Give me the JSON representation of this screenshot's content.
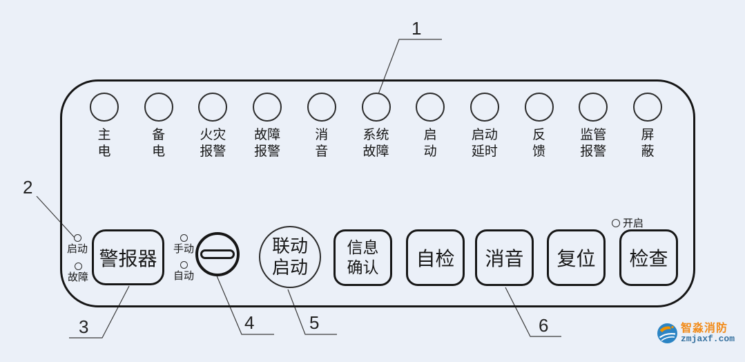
{
  "colors": {
    "background": "#ebf0f8",
    "line": "#161616",
    "watermark_brand": "#f28a17",
    "watermark_site": "#36719f"
  },
  "panel": {
    "indicators": [
      {
        "name": "main-power",
        "lines": [
          "主",
          "电"
        ]
      },
      {
        "name": "backup-power",
        "lines": [
          "备",
          "电"
        ]
      },
      {
        "name": "fire-alarm",
        "lines": [
          "火灾",
          "报警"
        ]
      },
      {
        "name": "fault-alarm",
        "lines": [
          "故障",
          "报警"
        ]
      },
      {
        "name": "mute",
        "lines": [
          "消",
          "音"
        ]
      },
      {
        "name": "system-fault",
        "lines": [
          "系统",
          "故障"
        ]
      },
      {
        "name": "start",
        "lines": [
          "启",
          "动"
        ]
      },
      {
        "name": "start-delay",
        "lines": [
          "启动",
          "延时"
        ]
      },
      {
        "name": "feedback",
        "lines": [
          "反",
          "馈"
        ]
      },
      {
        "name": "supervisory-alarm",
        "lines": [
          "监管",
          "报警"
        ]
      },
      {
        "name": "shield",
        "lines": [
          "屏",
          "蔽"
        ]
      }
    ],
    "sounder": {
      "start_label": "启动",
      "fault_label": "故障",
      "button_label": "警报器"
    },
    "mode": {
      "manual_label": "手动",
      "auto_label": "自动",
      "key_switch_icon": "key-slot"
    },
    "linkage_button": {
      "lines": [
        "联动",
        "启动"
      ]
    },
    "info_confirm_button": {
      "lines": [
        "信息",
        "确认"
      ]
    },
    "self_test_label": "自检",
    "mute_button_label": "消音",
    "reset_button_label": "复位",
    "check_button_label": "检查",
    "check_open_label": "开启"
  },
  "callout_numbers": [
    "1",
    "2",
    "3",
    "4",
    "5",
    "6"
  ],
  "watermark": {
    "brand": "智淼消防",
    "site": "zmjaxf.com"
  }
}
